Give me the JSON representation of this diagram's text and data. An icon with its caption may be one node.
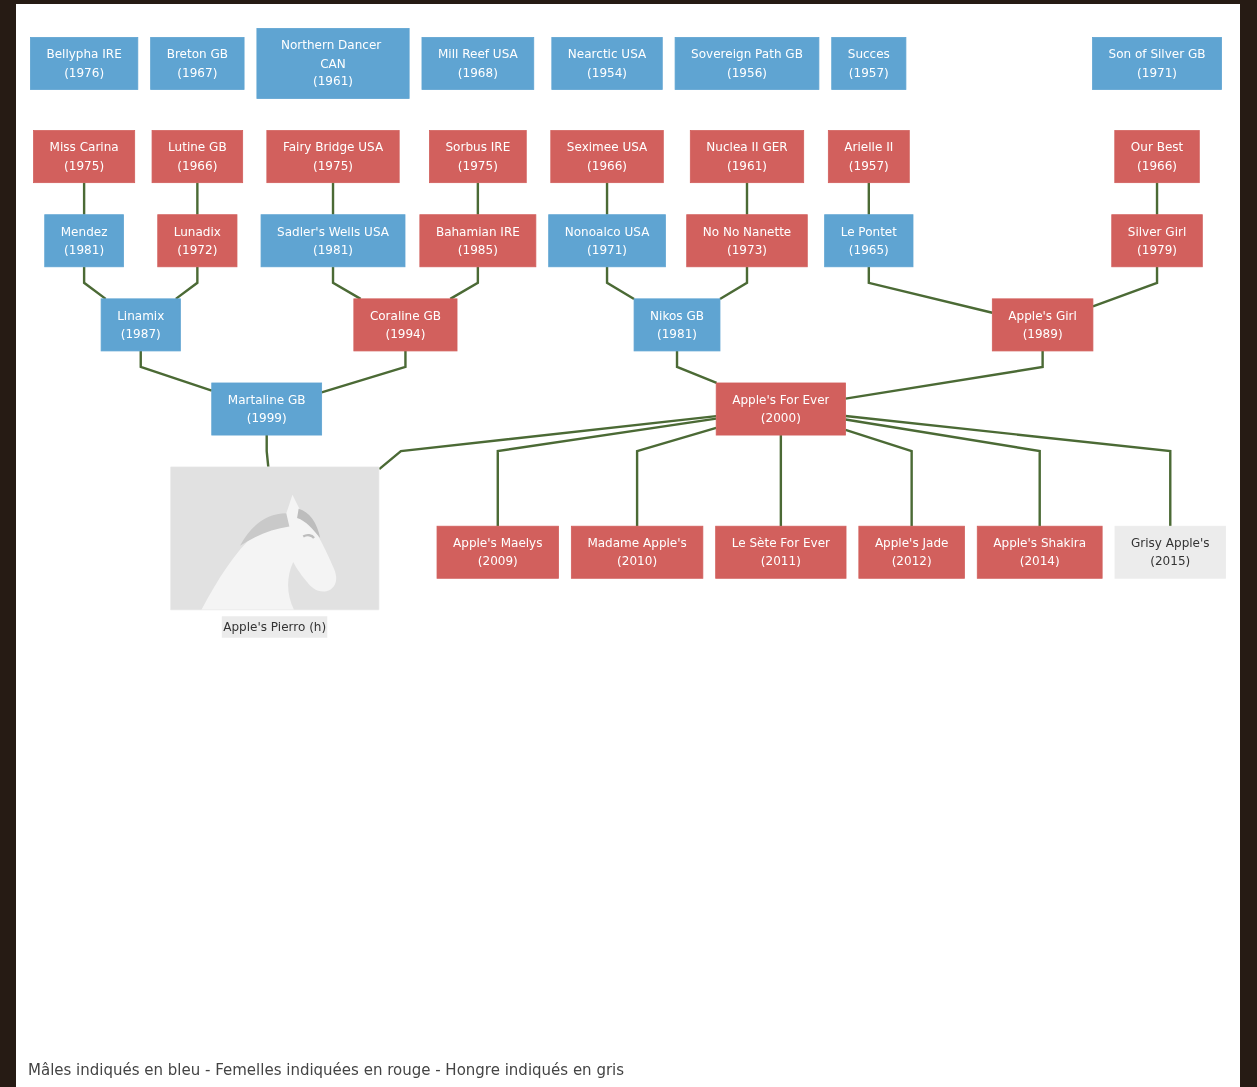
{
  "diagram": {
    "caption": "Mâles indiqués en bleu - Femelles indiquées en rouge - Hongre indiqués en gris",
    "nodes": [
      {
        "text": [
          "Bellypha IRE",
          "(1976)"
        ]
      },
      {
        "text": [
          "Breton GB",
          "(1967)"
        ]
      },
      {
        "text": [
          "Northern Dancer CAN",
          "(1961)"
        ]
      },
      {
        "text": [
          "Mill Reef USA",
          "(1968)"
        ]
      },
      {
        "text": [
          "Nearctic USA",
          "(1954)"
        ]
      },
      {
        "text": [
          "Sovereign Path GB",
          "(1956)"
        ]
      },
      {
        "text": [
          "Succes",
          "(1957)"
        ]
      },
      {
        "text": [
          "Son of Silver GB",
          "(1971)"
        ]
      },
      {
        "text": [
          "Miss Carina",
          "(1975)"
        ]
      },
      {
        "text": [
          "Lutine GB",
          "(1966)"
        ]
      },
      {
        "text": [
          "Fairy Bridge USA",
          "(1975)"
        ]
      },
      {
        "text": [
          "Sorbus IRE",
          "(1975)"
        ]
      },
      {
        "text": [
          "Seximee USA",
          "(1966)"
        ]
      },
      {
        "text": [
          "Nuclea II GER",
          "(1961)"
        ]
      },
      {
        "text": [
          "Arielle II",
          "(1957)"
        ]
      },
      {
        "text": [
          "Our Best",
          "(1966)"
        ]
      },
      {
        "text": [
          "Mendez",
          "(1981)"
        ]
      },
      {
        "text": [
          "Lunadix",
          "(1972)"
        ]
      },
      {
        "text": [
          "Sadler's Wells USA",
          "(1981)"
        ]
      },
      {
        "text": [
          "Bahamian IRE",
          "(1985)"
        ]
      },
      {
        "text": [
          "Nonoalco USA",
          "(1971)"
        ]
      },
      {
        "text": [
          "No No Nanette",
          "(1973)"
        ]
      },
      {
        "text": [
          "Le Pontet",
          "(1965)"
        ]
      },
      {
        "text": [
          "Silver Girl",
          "(1979)"
        ]
      },
      {
        "text": [
          "Linamix",
          "(1987)"
        ]
      },
      {
        "text": [
          "Coraline GB",
          "(1994)"
        ]
      },
      {
        "text": [
          "Nikos GB",
          "(1981)"
        ]
      },
      {
        "text": [
          "Apple's Girl",
          "(1989)"
        ]
      },
      {
        "text": [
          "Martaline GB",
          "(1999)"
        ]
      },
      {
        "text": [
          "Apple's For Ever",
          "(2000)"
        ]
      },
      {
        "text": [
          "Apple's Pierro (h)"
        ]
      },
      {
        "text": [
          "Apple's Maelys",
          "(2009)"
        ]
      },
      {
        "text": [
          "Madame Apple's",
          "(2010)"
        ]
      },
      {
        "text": [
          "Le Sète For Ever",
          "(2011)"
        ]
      },
      {
        "text": [
          "Apple's Jade",
          "(2012)"
        ]
      },
      {
        "text": [
          "Apple's Shakira",
          "(2014)"
        ]
      },
      {
        "text": [
          "Grisy Apple's",
          "(2015)"
        ]
      }
    ],
    "edges": [
      {
        "from": 8,
        "to": 16,
        "arrow": "none"
      },
      {
        "from": 9,
        "to": 17,
        "arrow": "none"
      },
      {
        "from": 10,
        "to": 18,
        "arrow": "none"
      },
      {
        "from": 11,
        "to": 19,
        "arrow": "none"
      },
      {
        "from": 12,
        "to": 20,
        "arrow": "none"
      },
      {
        "from": 13,
        "to": 21,
        "arrow": "none"
      },
      {
        "from": 14,
        "to": 22,
        "arrow": "none"
      },
      {
        "from": 15,
        "to": 23,
        "arrow": "none"
      },
      {
        "from": 16,
        "to": 24,
        "arrow": "none"
      },
      {
        "from": 17,
        "to": 24,
        "arrow": "none"
      },
      {
        "from": 18,
        "to": 25,
        "arrow": "none"
      },
      {
        "from": 19,
        "to": 25,
        "arrow": "none"
      },
      {
        "from": 20,
        "to": 26,
        "arrow": "none"
      },
      {
        "from": 21,
        "to": 26,
        "arrow": "none"
      },
      {
        "from": 22,
        "to": 27,
        "arrow": "none"
      },
      {
        "from": 23,
        "to": 27,
        "arrow": "none"
      },
      {
        "from": 24,
        "to": 28,
        "arrow": "none"
      },
      {
        "from": 25,
        "to": 28,
        "arrow": "none"
      },
      {
        "from": 26,
        "to": 29,
        "arrow": "none"
      },
      {
        "from": 27,
        "to": 29,
        "arrow": "none"
      },
      {
        "from": 28,
        "to": 30,
        "arrow": "none"
      },
      {
        "from": 29,
        "to": 30,
        "arrow": "none"
      },
      {
        "from": 29,
        "to": 31,
        "arrow": "none"
      },
      {
        "from": 29,
        "to": 32,
        "arrow": "none"
      },
      {
        "from": 29,
        "to": 33,
        "arrow": "none"
      },
      {
        "from": 29,
        "to": 34,
        "arrow": "none"
      },
      {
        "from": 29,
        "to": 35,
        "arrow": "none"
      },
      {
        "from": 29,
        "to": 36,
        "arrow": "none"
      }
    ]
  }
}
